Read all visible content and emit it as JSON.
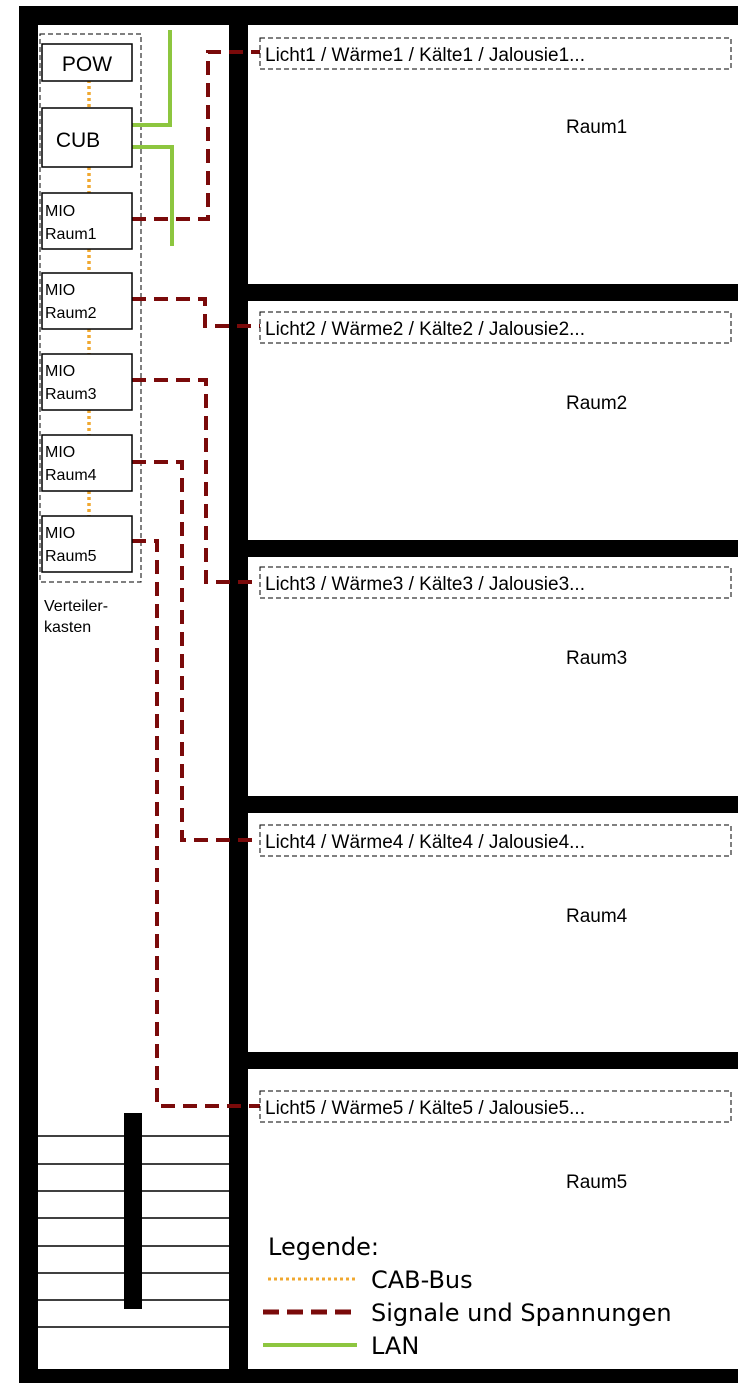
{
  "colors": {
    "wall": "#000000",
    "cab_bus": "#f0a830",
    "signals": "#7a0a0a",
    "lan": "#8dc63f"
  },
  "devices": {
    "pow": "POW",
    "cub": "CUB",
    "mio_title": "MIO",
    "mio_rooms": [
      "Raum1",
      "Raum2",
      "Raum3",
      "Raum4",
      "Raum5"
    ]
  },
  "cabinet_label": [
    "Verteiler-",
    "kasten"
  ],
  "rooms": [
    {
      "loads": "Licht1 / Wärme1 / Kälte1 / Jalousie1...",
      "name": "Raum1"
    },
    {
      "loads": "Licht2 / Wärme2 / Kälte2 / Jalousie2...",
      "name": "Raum2"
    },
    {
      "loads": "Licht3 / Wärme3 / Kälte3 / Jalousie3...",
      "name": "Raum3"
    },
    {
      "loads": "Licht4 / Wärme4 / Kälte4 / Jalousie4...",
      "name": "Raum4"
    },
    {
      "loads": "Licht5 / Wärme5 / Kälte5 / Jalousie5...",
      "name": "Raum5"
    }
  ],
  "legend": {
    "title": "Legende:",
    "items": [
      "CAB-Bus",
      "Signale und Spannungen",
      "LAN"
    ]
  }
}
